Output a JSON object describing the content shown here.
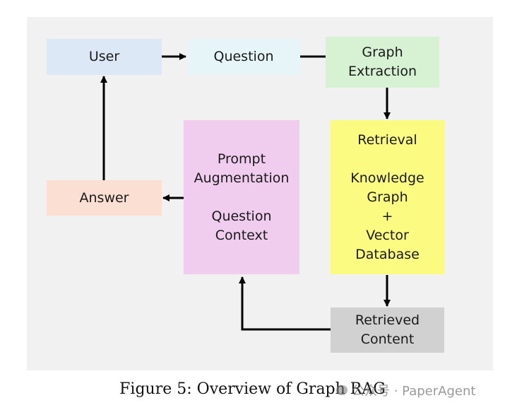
{
  "colors": {
    "panel_background": "#f1f1f1",
    "user": "#dce8f6",
    "question": "#e6f6f8",
    "graph_extraction": "#d7f1d3",
    "retrieval": "#fbfb82",
    "prompt_augmentation": "#f0cdee",
    "answer": "#fbdfd2",
    "retrieved_content": "#d1d1d1",
    "arrow": "#000000"
  },
  "nodes": {
    "user": "User",
    "question": "Question",
    "graph_extraction": "Graph\nExtraction",
    "retrieval": "Retrieval\n\nKnowledge\nGraph\n+\nVector\nDatabase",
    "prompt_augmentation": "Prompt\nAugmentation\n\nQuestion\nContext",
    "answer": "Answer",
    "retrieved_content": "Retrieved\nContent"
  },
  "caption": "Figure 5: Overview of Graph RAG",
  "watermark": "公众号 · PaperAgent"
}
